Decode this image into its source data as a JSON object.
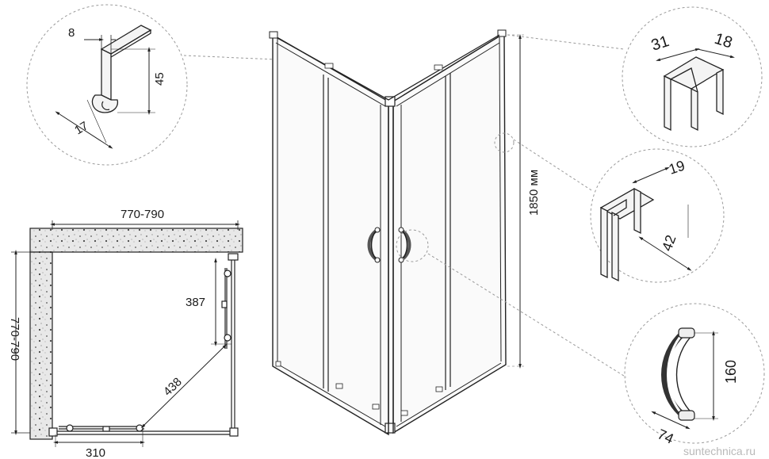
{
  "dimensions": {
    "profile_width": "8",
    "profile_height": "45",
    "profile_depth": "17",
    "top_corner_a": "31",
    "top_corner_b": "18",
    "height": "1850 мм",
    "wall_profile_depth": "19",
    "wall_profile_width": "42",
    "handle_height": "160",
    "handle_depth": "74",
    "plan_width": "770-790",
    "plan_depth": "770-790",
    "door_side": "387",
    "diagonal": "438",
    "door_front": "310"
  },
  "watermark": "suntechnica.ru"
}
